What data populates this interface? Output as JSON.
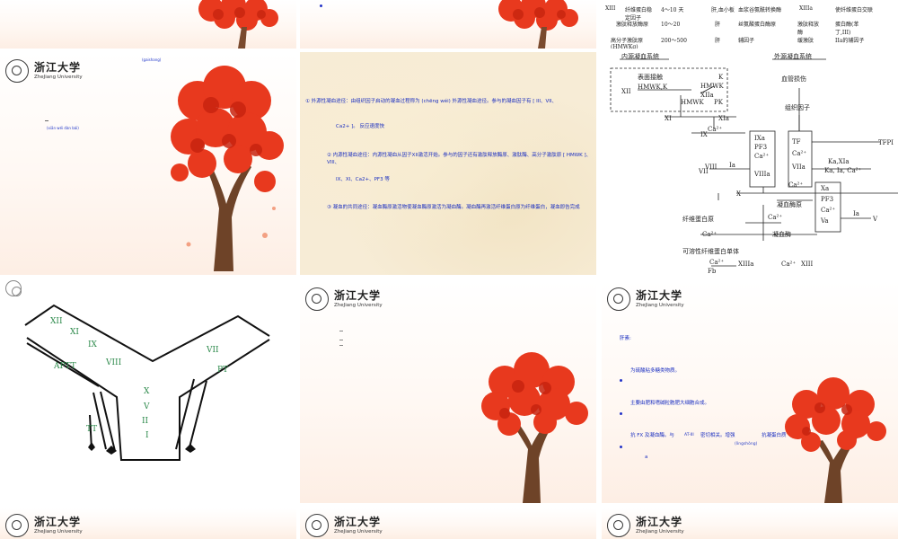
{
  "university": {
    "cn": "浙江大学",
    "en": "ZheJiang University"
  },
  "slide3": {
    "rows": [
      [
        "XIII",
        "纤维蛋白稳定因子",
        "4～10 天",
        "肝,血小板",
        "血浆谷氨酰转换酶",
        "XIIIa",
        "使纤维蛋白交联"
      ],
      [
        "",
        "激肽释放酶原",
        "10～20",
        "肝",
        "丝氨酸蛋白酶原",
        "激肽释放酶",
        "蛋白酶(苯丁,III)"
      ],
      [
        "",
        "高分子激肽原(HMWKg)",
        "200～500",
        "肝",
        "辅因子",
        "缓激肽",
        "IIa的辅因子"
      ]
    ]
  },
  "slide4": {
    "tag": "(gaishang)",
    "mark": "(xiān wéi dàn bái)"
  },
  "slide5": {
    "para1": "① 外源性凝血途径：由组织因子启动的凝血过程称为 (chēng wéi) 外源性凝血途径。参与的凝血因子有 [ III、VII、",
    "para1b": "Ca2+ ]。 反应速度快",
    "para2": "② 内源性凝血途径：内源性凝血从因子XII激活开始。参与的因子还有激肽释放酶原、激肽酶、高分子激肽原 [ HMWK ]、VIII、",
    "para2b": "IX、XI、Ca2+、PF3 等",
    "para3": "③ 凝血的共同途径：凝血酶原激活物使凝血酶原激活为凝血酶。凝血酶再激活纤维蛋白原为纤维蛋白，凝血即告完成"
  },
  "slide6": {
    "intrinsic": "内源凝血系统",
    "extrinsic": "外源凝血系统",
    "surface": "表面接触",
    "vessel": "血管损伤",
    "tissue": "组织因子",
    "prothrombin": "凝血酶原",
    "thrombin": "凝血酶",
    "fibrinogen": "纤维蛋白原",
    "soluble": "可溶性纤维蛋白单体",
    "tfpi": "TFPI",
    "hmwk_k": "HMWK,K",
    "hmwk": "HMWK",
    "pk": "PK",
    "k": "K",
    "xii": "XII",
    "xiia": "XIIa",
    "xi": "XI",
    "xia": "XIa",
    "ix": "IX",
    "ixa": "IXa",
    "x": "X",
    "xa": "Xa",
    "viii": "VIII",
    "viiia": "VIIIa",
    "vii": "VII",
    "viia": "VIIa",
    "v": "V",
    "va": "Va",
    "ca": "Ca²⁺",
    "pf3": "PF3",
    "tf": "TF",
    "ka_xia": "Ka,XIa",
    "ka_ia_ca": "Ka, Ia, Ca²⁺",
    "fb": "Fb",
    "xiii": "XIII",
    "xiiia": "XIIIa",
    "ia": "Ia"
  },
  "slide7": {
    "labels": {
      "xii": "XII",
      "xi": "XI",
      "ix": "IX",
      "viii": "VIII",
      "aptt": "APTT",
      "vii": "VII",
      "pt": "PT",
      "x": "X",
      "v": "V",
      "ii": "II",
      "i": "I",
      "tt": "TT"
    }
  },
  "slide9": {
    "heading": "肝素:",
    "item1": "为硫酸粘多糖类物质。",
    "item2": "主要由肥和嗜碱粒胞肥大细胞合成。",
    "item3a": "抗 FX 及凝血酶。与",
    "item3b": "AT-III",
    "item3c": "密切相关。增强",
    "item3d": "抗凝蛋白质",
    "note": "(lìngshòng)",
    "mark": "a"
  }
}
